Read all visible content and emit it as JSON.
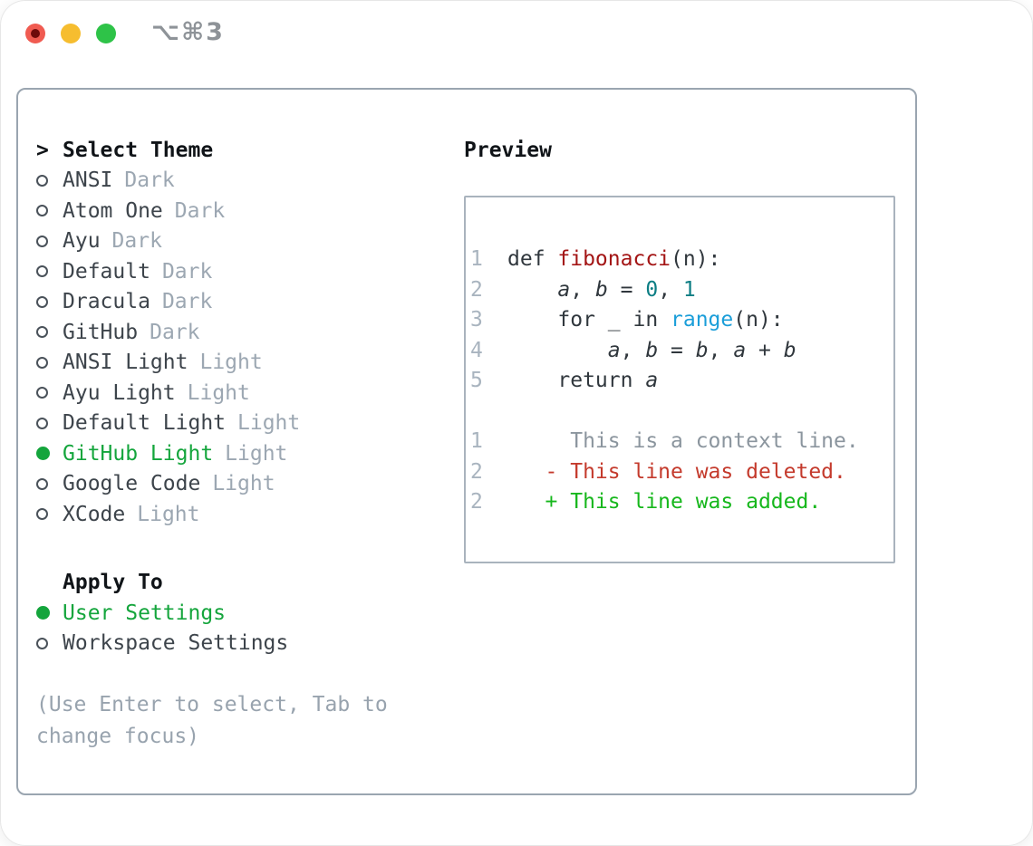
{
  "window": {
    "title": "⌥⌘3"
  },
  "theme_picker": {
    "prompt_char": ">",
    "heading": "Select Theme",
    "options": [
      {
        "label": "ANSI",
        "tag": "Dark",
        "selected": false
      },
      {
        "label": "Atom One",
        "tag": "Dark",
        "selected": false
      },
      {
        "label": "Ayu",
        "tag": "Dark",
        "selected": false
      },
      {
        "label": "Default",
        "tag": "Dark",
        "selected": false
      },
      {
        "label": "Dracula",
        "tag": "Dark",
        "selected": false
      },
      {
        "label": "GitHub",
        "tag": "Dark",
        "selected": false
      },
      {
        "label": "ANSI Light",
        "tag": "Light",
        "selected": false
      },
      {
        "label": "Ayu Light",
        "tag": "Light",
        "selected": false
      },
      {
        "label": "Default Light",
        "tag": "Light",
        "selected": false
      },
      {
        "label": "GitHub Light",
        "tag": "Light",
        "selected": true
      },
      {
        "label": "Google Code",
        "tag": "Light",
        "selected": false
      },
      {
        "label": "XCode",
        "tag": "Light",
        "selected": false
      }
    ]
  },
  "apply_to": {
    "heading": "Apply To",
    "options": [
      {
        "label": "User Settings",
        "selected": true
      },
      {
        "label": "Workspace Settings",
        "selected": false
      }
    ]
  },
  "hint": "(Use Enter to select, Tab to change focus)",
  "preview": {
    "heading": "Preview",
    "lines": [
      {
        "num": "1",
        "kind": "code",
        "segs": [
          [
            "plain",
            "def "
          ],
          [
            "func",
            "fibonacci"
          ],
          [
            "plain",
            "(n):"
          ]
        ]
      },
      {
        "num": "2",
        "kind": "code",
        "segs": [
          [
            "plain",
            "    "
          ],
          [
            "var",
            "a"
          ],
          [
            "plain",
            ", "
          ],
          [
            "var",
            "b"
          ],
          [
            "plain",
            " = "
          ],
          [
            "num",
            "0"
          ],
          [
            "plain",
            ", "
          ],
          [
            "num",
            "1"
          ]
        ]
      },
      {
        "num": "3",
        "kind": "code",
        "segs": [
          [
            "plain",
            "    for _ in "
          ],
          [
            "builtin",
            "range"
          ],
          [
            "plain",
            "(n):"
          ]
        ]
      },
      {
        "num": "4",
        "kind": "code",
        "segs": [
          [
            "plain",
            "        "
          ],
          [
            "var",
            "a"
          ],
          [
            "plain",
            ", "
          ],
          [
            "var",
            "b"
          ],
          [
            "plain",
            " = "
          ],
          [
            "var",
            "b"
          ],
          [
            "plain",
            ", "
          ],
          [
            "var",
            "a"
          ],
          [
            "plain",
            " + "
          ],
          [
            "var",
            "b"
          ]
        ]
      },
      {
        "num": "5",
        "kind": "code",
        "segs": [
          [
            "plain",
            "    return "
          ],
          [
            "var",
            "a"
          ]
        ]
      },
      {
        "num": "",
        "kind": "blank",
        "segs": []
      },
      {
        "num": "1",
        "kind": "diff",
        "segs": [
          [
            "context",
            "     This is a context line."
          ]
        ]
      },
      {
        "num": "2",
        "kind": "diff",
        "segs": [
          [
            "deleted",
            "   - This line was deleted."
          ]
        ]
      },
      {
        "num": "2",
        "kind": "diff",
        "segs": [
          [
            "added",
            "   + This line was added."
          ]
        ]
      }
    ]
  },
  "colors": {
    "selection_green": "#14a53c",
    "added_green": "#16b71c",
    "deleted_red": "#c43a2c",
    "function_red": "#a31515",
    "number_teal": "#0d7e84",
    "builtin_blue": "#1b9ed9",
    "muted_gray": "#9ca7b2",
    "traffic_red": "#f05b51",
    "traffic_yellow": "#f6bd2f",
    "traffic_green": "#2ec348"
  }
}
